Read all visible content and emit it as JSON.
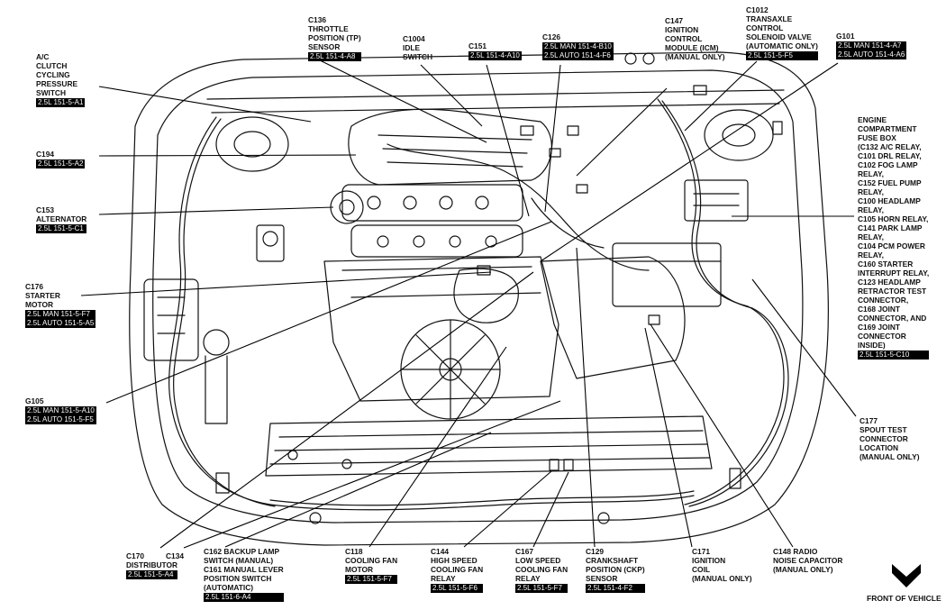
{
  "callouts": [
    {
      "id": "ac-clutch",
      "lines": [
        "A/C",
        "CLUTCH",
        "CYCLING",
        "PRESSURE",
        "SWITCH"
      ],
      "codes": [
        "2.5L 151-5-A1"
      ]
    },
    {
      "id": "c194",
      "lines": [
        "C194"
      ],
      "codes": [
        "2.5L 151-5-A2"
      ]
    },
    {
      "id": "c153",
      "lines": [
        "C153",
        "ALTERNATOR"
      ],
      "codes": [
        "2.5L 151-5-C1"
      ]
    },
    {
      "id": "c176",
      "lines": [
        "C176",
        "STARTER",
        "MOTOR"
      ],
      "codes": [
        "2.5L MAN 151-5-F7",
        "2.5L AUTO 151-5-A5"
      ]
    },
    {
      "id": "g105",
      "lines": [
        "G105"
      ],
      "codes": [
        "2.5L MAN 151-5-A10",
        "2.5L AUTO 151-5-F5"
      ]
    },
    {
      "id": "c136",
      "lines": [
        "C136",
        "THROTTLE",
        "POSITION (TP)",
        "SENSOR"
      ],
      "codes": [
        "2.5L 151-4-A8"
      ]
    },
    {
      "id": "c1004",
      "lines": [
        "C1004",
        "IDLE",
        "SWITCH"
      ],
      "codes": []
    },
    {
      "id": "c151",
      "lines": [
        "C151"
      ],
      "codes": [
        "2.5L 151-4-A10"
      ]
    },
    {
      "id": "c126",
      "lines": [
        "C126"
      ],
      "codes": [
        "2.5L MAN 151-4-B10",
        "2.5L AUTO 151-4-F6"
      ]
    },
    {
      "id": "c147",
      "lines": [
        "C147",
        "IGNITION",
        "CONTROL",
        "MODULE (ICM)",
        "(MANUAL ONLY)"
      ],
      "codes": []
    },
    {
      "id": "c1012",
      "lines": [
        "C1012",
        "TRANSAXLE",
        "CONTROL",
        "SOLENOID VALVE",
        "(AUTOMATIC ONLY)"
      ],
      "codes": [
        "2.5L 151-5-F5"
      ]
    },
    {
      "id": "g101",
      "lines": [
        "G101"
      ],
      "codes": [
        "2.5L MAN 151-4-A7",
        "2.5L AUTO 151-4-A6"
      ]
    },
    {
      "id": "fusebox",
      "lines": [
        "ENGINE",
        "COMPARTMENT",
        "FUSE BOX",
        "(C132 A/C RELAY,",
        "C101 DRL RELAY,",
        "C102 FOG LAMP",
        "RELAY,",
        "C152 FUEL PUMP",
        "RELAY,",
        "C100 HEADLAMP",
        "RELAY,",
        "C105 HORN RELAY,",
        "C141 PARK LAMP",
        "RELAY,",
        "C104 PCM POWER",
        "RELAY,",
        "C160 STARTER",
        "INTERRUPT RELAY,",
        "C123 HEADLAMP",
        "RETRACTOR TEST",
        "CONNECTOR,",
        "C168 JOINT",
        "CONNECTOR, AND",
        "C169 JOINT",
        "CONNECTOR",
        "INSIDE)"
      ],
      "codes": [
        "2.5L 151-5-C10"
      ]
    },
    {
      "id": "c177",
      "lines": [
        "C177",
        "SPOUT TEST",
        "CONNECTOR",
        "LOCATION",
        "(MANUAL ONLY)"
      ],
      "codes": []
    },
    {
      "id": "c170",
      "lines": [
        "C170",
        "DISTRIBUTOR"
      ],
      "codes": [
        "2.5L 151-5-A4"
      ]
    },
    {
      "id": "c134",
      "lines": [
        "C134"
      ],
      "codes": []
    },
    {
      "id": "c162",
      "lines": [
        "C162 BACKUP LAMP",
        "SWITCH (MANUAL)",
        "C161 MANUAL LEVER",
        "POSITION SWITCH",
        "(AUTOMATIC)"
      ],
      "codes": [
        "2.5L 151-6-A4"
      ]
    },
    {
      "id": "c118",
      "lines": [
        "C118",
        "COOLING FAN",
        "MOTOR"
      ],
      "codes": [
        "2.5L 151-5-F7"
      ]
    },
    {
      "id": "c144",
      "lines": [
        "C144",
        "HIGH SPEED",
        "COOLING FAN",
        "RELAY"
      ],
      "codes": [
        "2.5L 151-5-F6"
      ]
    },
    {
      "id": "c167",
      "lines": [
        "C167",
        "LOW SPEED",
        "COOLING FAN",
        "RELAY"
      ],
      "codes": [
        "2.5L 151-5-F7"
      ]
    },
    {
      "id": "c129",
      "lines": [
        "C129",
        "CRANKSHAFT",
        "POSITION (CKP)",
        "SENSOR"
      ],
      "codes": [
        "2.5L 151-4-F2"
      ]
    },
    {
      "id": "c171",
      "lines": [
        "C171",
        "IGNITION",
        "COIL",
        "(MANUAL ONLY)"
      ],
      "codes": []
    },
    {
      "id": "c148",
      "lines": [
        "C148 RADIO",
        "NOISE CAPACITOR",
        "(MANUAL ONLY)"
      ],
      "codes": []
    }
  ],
  "front_label": "FRONT OF VEHICLE"
}
